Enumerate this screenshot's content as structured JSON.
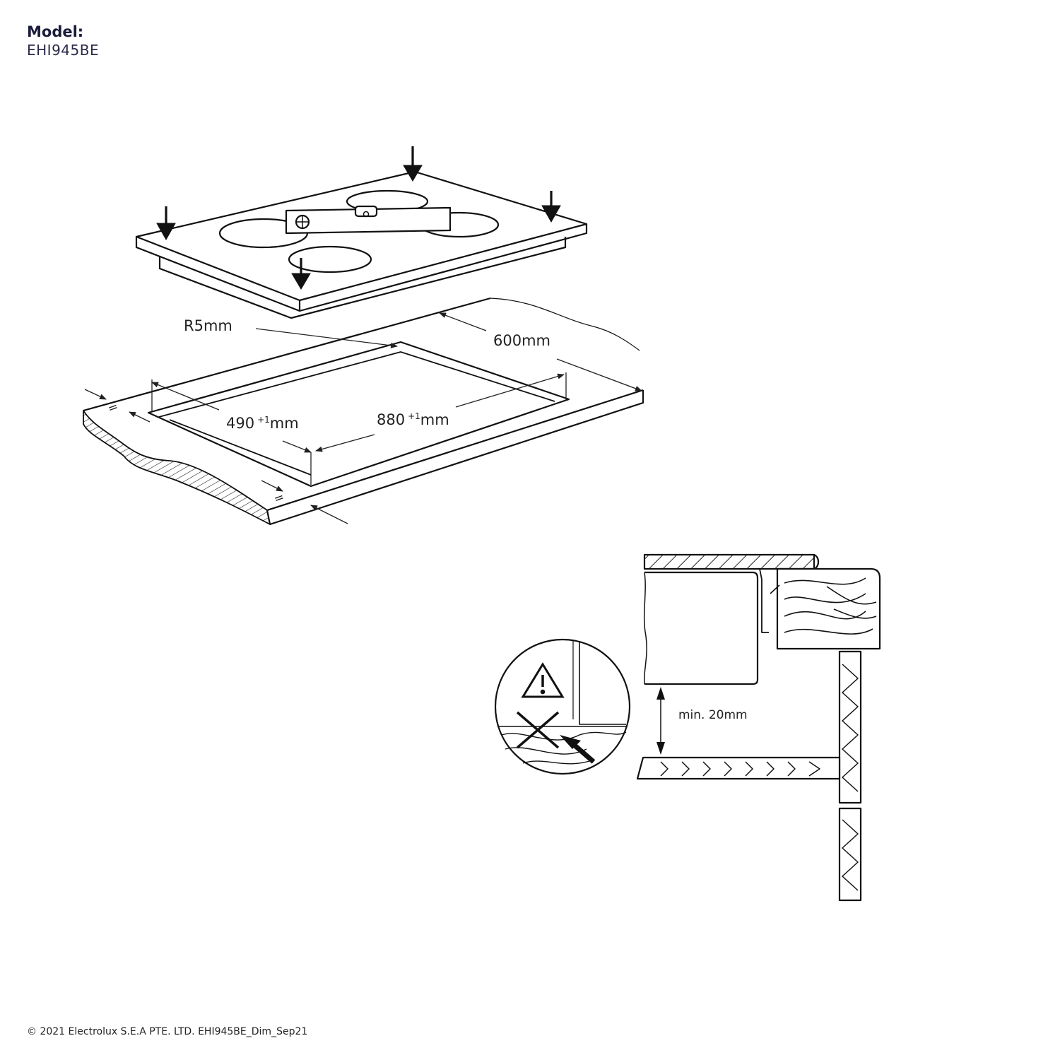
{
  "header": {
    "model_label": "Model:",
    "model_value": "EHI945BE"
  },
  "dimensions": {
    "radius": "R5mm",
    "depth_total": "600mm",
    "cutout_depth_value": "490",
    "cutout_depth_tol": "+1",
    "cutout_depth_unit": "mm",
    "cutout_width_value": "880",
    "cutout_width_tol": "+1",
    "cutout_width_unit": "mm",
    "equal_mark": "=",
    "min_clearance": "min. 20mm"
  },
  "footer": {
    "copyright": "© 2021 Electrolux S.E.A PTE. LTD. EHI945BE_Dim_Sep21"
  }
}
